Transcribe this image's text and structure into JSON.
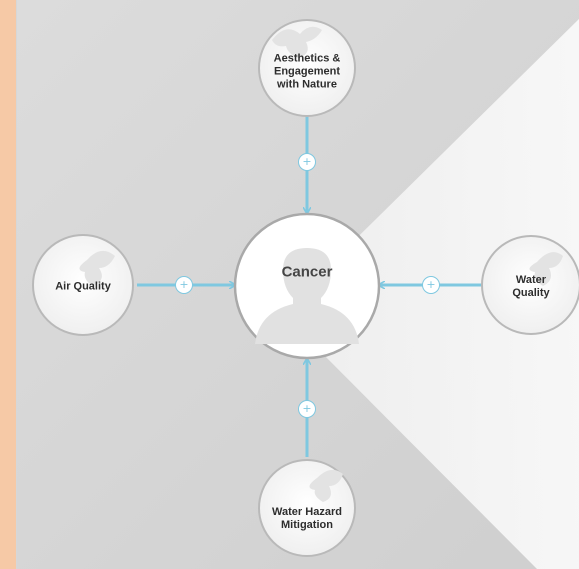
{
  "center": {
    "label": "Cancer",
    "icon": "person-silhouette-icon"
  },
  "nodes": [
    {
      "id": "top",
      "label": "Aesthetics &\nEngagement\nwith Nature"
    },
    {
      "id": "left",
      "label": "Air Quality"
    },
    {
      "id": "right",
      "label": "Water Quality"
    },
    {
      "id": "bottom",
      "label": "Water Hazard\nMitigation"
    }
  ],
  "connector_symbol": "+",
  "colors": {
    "border": "#f6c9a6",
    "connector": "#7fc8e0",
    "node_fill": "#ffffff",
    "node_stroke": "#b9b9b9"
  }
}
